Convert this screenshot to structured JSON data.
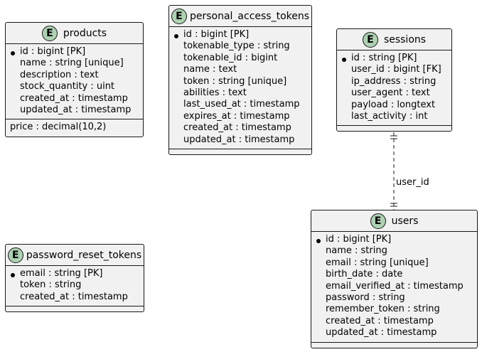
{
  "entity_icon_letter": "E",
  "badge_color": "#ADD1B2",
  "entities": {
    "products": {
      "name": "products",
      "key_fields": [
        "id : bigint [PK]"
      ],
      "fields": [
        "name : string [unique]",
        "description : text",
        "stock_quantity : uint",
        "created_at : timestamp",
        "updated_at : timestamp"
      ],
      "extra_fields": [
        "price : decimal(10,2)"
      ]
    },
    "personal_access_tokens": {
      "name": "personal_access_tokens",
      "key_fields": [
        "id : bigint [PK]"
      ],
      "fields": [
        "tokenable_type : string",
        "tokenable_id : bigint",
        "name : text",
        "token : string [unique]",
        "abilities : text",
        "last_used_at : timestamp",
        "expires_at : timestamp",
        "created_at : timestamp",
        "updated_at : timestamp"
      ]
    },
    "sessions": {
      "name": "sessions",
      "key_fields": [
        "id : string [PK]"
      ],
      "fields": [
        "user_id : bigint [FK]",
        "ip_address : string",
        "user_agent : text",
        "payload : longtext",
        "last_activity : int"
      ]
    },
    "users": {
      "name": "users",
      "key_fields": [
        "id : bigint [PK]"
      ],
      "fields": [
        "name : string",
        "email : string [unique]",
        "birth_date : date",
        "email_verified_at : timestamp",
        "password : string",
        "remember_token : string",
        "created_at : timestamp",
        "updated_at : timestamp"
      ]
    },
    "password_reset_tokens": {
      "name": "password_reset_tokens",
      "key_fields": [
        "email : string [PK]"
      ],
      "fields": [
        "token : string",
        "created_at : timestamp"
      ]
    }
  },
  "relationships": [
    {
      "from": "sessions",
      "to": "users",
      "label": "user_id",
      "from_cardinality": "exactly-one",
      "to_cardinality": "exactly-one",
      "style": "dashed"
    }
  ]
}
